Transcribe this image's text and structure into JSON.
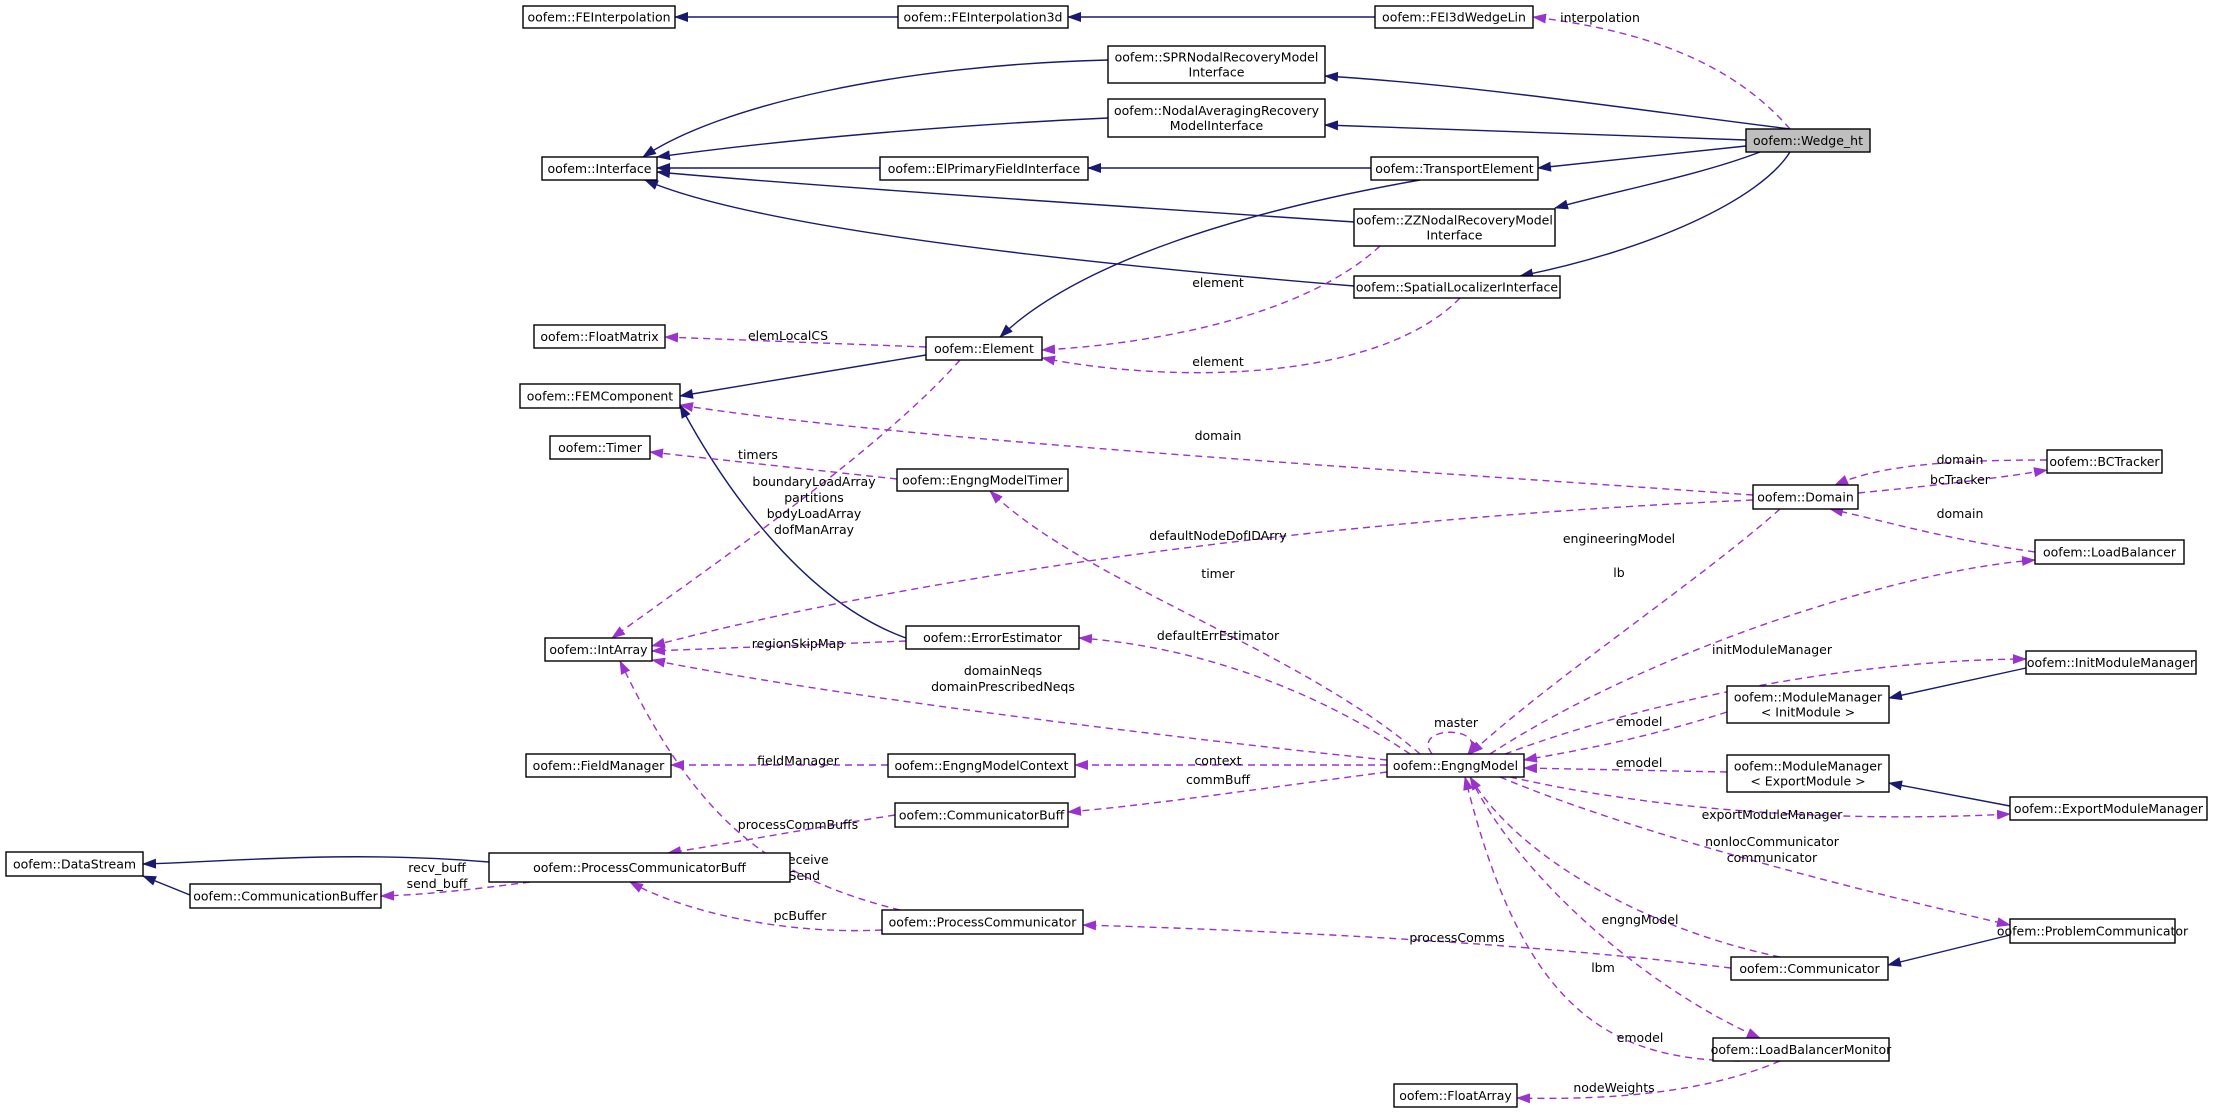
{
  "colors": {
    "inherit": "#191970",
    "use": "#9a32cd",
    "focus_fill": "#bfbfbf"
  },
  "nodes": [
    {
      "id": "FEInterpolation",
      "lines": [
        "oofem::FEInterpolation"
      ]
    },
    {
      "id": "FEInterpolation3d",
      "lines": [
        "oofem::FEInterpolation3d"
      ]
    },
    {
      "id": "FEI3dWedgeLin",
      "lines": [
        "oofem::FEI3dWedgeLin"
      ]
    },
    {
      "id": "SPR",
      "lines": [
        "oofem::SPRNodalRecoveryModel",
        "Interface"
      ]
    },
    {
      "id": "NodalAvg",
      "lines": [
        "oofem::NodalAveragingRecovery",
        "ModelInterface"
      ]
    },
    {
      "id": "Wedge_ht",
      "lines": [
        "oofem::Wedge_ht"
      ],
      "focus": true
    },
    {
      "id": "Interface",
      "lines": [
        "oofem::Interface"
      ]
    },
    {
      "id": "ElPrimary",
      "lines": [
        "oofem::ElPrimaryFieldInterface"
      ]
    },
    {
      "id": "TransportElement",
      "lines": [
        "oofem::TransportElement"
      ]
    },
    {
      "id": "ZZ",
      "lines": [
        "oofem::ZZNodalRecoveryModel",
        "Interface"
      ]
    },
    {
      "id": "SpatialLoc",
      "lines": [
        "oofem::SpatialLocalizerInterface"
      ]
    },
    {
      "id": "FloatMatrix",
      "lines": [
        "oofem::FloatMatrix"
      ]
    },
    {
      "id": "Element",
      "lines": [
        "oofem::Element"
      ]
    },
    {
      "id": "FEMComponent",
      "lines": [
        "oofem::FEMComponent"
      ]
    },
    {
      "id": "Timer",
      "lines": [
        "oofem::Timer"
      ]
    },
    {
      "id": "EngngModelTimer",
      "lines": [
        "oofem::EngngModelTimer"
      ]
    },
    {
      "id": "Domain",
      "lines": [
        "oofem::Domain"
      ]
    },
    {
      "id": "BCTracker",
      "lines": [
        "oofem::BCTracker"
      ]
    },
    {
      "id": "LoadBalancer",
      "lines": [
        "oofem::LoadBalancer"
      ]
    },
    {
      "id": "IntArray",
      "lines": [
        "oofem::IntArray"
      ]
    },
    {
      "id": "ErrorEstimator",
      "lines": [
        "oofem::ErrorEstimator"
      ]
    },
    {
      "id": "InitModuleManager",
      "lines": [
        "oofem::InitModuleManager"
      ]
    },
    {
      "id": "MMInit",
      "lines": [
        "oofem::ModuleManager",
        "< InitModule >"
      ]
    },
    {
      "id": "FieldManager",
      "lines": [
        "oofem::FieldManager"
      ]
    },
    {
      "id": "EngngModelContext",
      "lines": [
        "oofem::EngngModelContext"
      ]
    },
    {
      "id": "EngngModel",
      "lines": [
        "oofem::EngngModel"
      ]
    },
    {
      "id": "MMExport",
      "lines": [
        "oofem::ModuleManager",
        "< ExportModule >"
      ]
    },
    {
      "id": "ExportModuleManager",
      "lines": [
        "oofem::ExportModuleManager"
      ]
    },
    {
      "id": "CommunicatorBuff",
      "lines": [
        "oofem::CommunicatorBuff"
      ]
    },
    {
      "id": "DataStream",
      "lines": [
        "oofem::DataStream"
      ]
    },
    {
      "id": "ProcessCommBuff",
      "lines": [
        "oofem::ProcessCommunicatorBuff"
      ]
    },
    {
      "id": "CommunicationBuffer",
      "lines": [
        "oofem::CommunicationBuffer"
      ]
    },
    {
      "id": "ProcessCommunicator",
      "lines": [
        "oofem::ProcessCommunicator"
      ]
    },
    {
      "id": "ProblemCommunicator",
      "lines": [
        "oofem::ProblemCommunicator"
      ]
    },
    {
      "id": "Communicator",
      "lines": [
        "oofem::Communicator"
      ]
    },
    {
      "id": "LoadBalancerMonitor",
      "lines": [
        "oofem::LoadBalancerMonitor"
      ]
    },
    {
      "id": "FloatArray",
      "lines": [
        "oofem::FloatArray"
      ]
    }
  ],
  "edges": [
    {
      "from": "FEInterpolation3d",
      "to": "FEInterpolation",
      "kind": "inherit"
    },
    {
      "from": "FEI3dWedgeLin",
      "to": "FEInterpolation3d",
      "kind": "inherit"
    },
    {
      "from": "Wedge_ht",
      "to": "FEI3dWedgeLin",
      "kind": "use",
      "label": [
        "interpolation"
      ]
    },
    {
      "from": "Wedge_ht",
      "to": "SPR",
      "kind": "inherit"
    },
    {
      "from": "Wedge_ht",
      "to": "NodalAvg",
      "kind": "inherit"
    },
    {
      "from": "Wedge_ht",
      "to": "TransportElement",
      "kind": "inherit"
    },
    {
      "from": "Wedge_ht",
      "to": "ZZ",
      "kind": "inherit"
    },
    {
      "from": "Wedge_ht",
      "to": "SpatialLoc",
      "kind": "inherit"
    },
    {
      "from": "SPR",
      "to": "Interface",
      "kind": "inherit"
    },
    {
      "from": "NodalAvg",
      "to": "Interface",
      "kind": "inherit"
    },
    {
      "from": "ElPrimary",
      "to": "Interface",
      "kind": "inherit"
    },
    {
      "from": "ZZ",
      "to": "Interface",
      "kind": "inherit"
    },
    {
      "from": "SpatialLoc",
      "to": "Interface",
      "kind": "inherit"
    },
    {
      "from": "TransportElement",
      "to": "ElPrimary",
      "kind": "inherit"
    },
    {
      "from": "TransportElement",
      "to": "Element",
      "kind": "inherit"
    },
    {
      "from": "ZZ",
      "to": "Element",
      "kind": "use",
      "label": [
        "element"
      ]
    },
    {
      "from": "SpatialLoc",
      "to": "Element",
      "kind": "use",
      "label": [
        "element"
      ]
    },
    {
      "from": "Element",
      "to": "FloatMatrix",
      "kind": "use",
      "label": [
        "elemLocalCS"
      ]
    },
    {
      "from": "Element",
      "to": "FEMComponent",
      "kind": "inherit"
    },
    {
      "from": "Element",
      "to": "IntArray",
      "kind": "use",
      "label": [
        "boundaryLoadArray",
        "partitions",
        "bodyLoadArray",
        "dofManArray"
      ]
    },
    {
      "from": "Domain",
      "to": "FEMComponent",
      "kind": "use",
      "label": [
        "domain"
      ]
    },
    {
      "from": "ErrorEstimator",
      "to": "FEMComponent",
      "kind": "inherit"
    },
    {
      "from": "EngngModelTimer",
      "to": "Timer",
      "kind": "use",
      "label": [
        "timers"
      ]
    },
    {
      "from": "BCTracker",
      "to": "Domain",
      "kind": "use",
      "label": [
        "domain"
      ]
    },
    {
      "from": "Domain",
      "to": "BCTracker",
      "kind": "use",
      "label": [
        "bcTracker"
      ]
    },
    {
      "from": "LoadBalancer",
      "to": "Domain",
      "kind": "use",
      "label": [
        "domain"
      ]
    },
    {
      "from": "Domain",
      "to": "IntArray",
      "kind": "use",
      "label": [
        "defaultNodeDofIDArry"
      ]
    },
    {
      "from": "Domain",
      "to": "EngngModel",
      "kind": "use",
      "label": [
        "engineeringModel"
      ]
    },
    {
      "from": "EngngModel",
      "to": "EngngModelTimer",
      "kind": "use",
      "label": [
        "timer"
      ]
    },
    {
      "from": "EngngModel",
      "to": "LoadBalancer",
      "kind": "use",
      "label": [
        "lb"
      ]
    },
    {
      "from": "ErrorEstimator",
      "to": "IntArray",
      "kind": "use",
      "label": [
        "regionSkipMap"
      ]
    },
    {
      "from": "EngngModel",
      "to": "ErrorEstimator",
      "kind": "use",
      "label": [
        "defaultErrEstimator"
      ]
    },
    {
      "from": "EngngModel",
      "to": "IntArray",
      "kind": "use",
      "label": [
        "domainNeqs",
        "domainPrescribedNeqs"
      ]
    },
    {
      "from": "EngngModel",
      "to": "InitModuleManager",
      "kind": "use",
      "label": [
        "initModuleManager"
      ]
    },
    {
      "from": "InitModuleManager",
      "to": "MMInit",
      "kind": "inherit"
    },
    {
      "from": "MMInit",
      "to": "EngngModel",
      "kind": "use",
      "label": [
        "emodel"
      ]
    },
    {
      "from": "MMExport",
      "to": "EngngModel",
      "kind": "use",
      "label": [
        "emodel"
      ]
    },
    {
      "from": "ExportModuleManager",
      "to": "MMExport",
      "kind": "inherit"
    },
    {
      "from": "EngngModel",
      "to": "ExportModuleManager",
      "kind": "use",
      "label": [
        "exportModuleManager"
      ]
    },
    {
      "from": "EngngModel",
      "to": "EngngModel",
      "kind": "use",
      "label": [
        "master"
      ],
      "self": true
    },
    {
      "from": "EngngModelContext",
      "to": "FieldManager",
      "kind": "use",
      "label": [
        "fieldManager"
      ]
    },
    {
      "from": "EngngModel",
      "to": "EngngModelContext",
      "kind": "use",
      "label": [
        "context"
      ]
    },
    {
      "from": "EngngModel",
      "to": "CommunicatorBuff",
      "kind": "use",
      "label": [
        "commBuff"
      ]
    },
    {
      "from": "CommunicatorBuff",
      "to": "ProcessCommBuff",
      "kind": "use",
      "label": [
        "processCommBuffs"
      ]
    },
    {
      "from": "ProcessCommBuff",
      "to": "DataStream",
      "kind": "inherit"
    },
    {
      "from": "CommunicationBuffer",
      "to": "DataStream",
      "kind": "inherit"
    },
    {
      "from": "ProcessCommBuff",
      "to": "CommunicationBuffer",
      "kind": "use",
      "label": [
        "recv_buff",
        "send_buff"
      ]
    },
    {
      "from": "ProcessCommunicator",
      "to": "ProcessCommBuff",
      "kind": "use",
      "label": [
        "pcBuffer"
      ]
    },
    {
      "from": "ProcessCommunicator",
      "to": "IntArray",
      "kind": "use",
      "label": [
        "toReceive",
        "toSend"
      ]
    },
    {
      "from": "EngngModel",
      "to": "ProblemCommunicator",
      "kind": "use",
      "label": [
        "nonlocCommunicator",
        "communicator"
      ]
    },
    {
      "from": "ProblemCommunicator",
      "to": "Communicator",
      "kind": "inherit"
    },
    {
      "from": "Communicator",
      "to": "ProcessCommunicator",
      "kind": "use",
      "label": [
        "processComms"
      ]
    },
    {
      "from": "Communicator",
      "to": "EngngModel",
      "kind": "use",
      "label": [
        "engngModel"
      ]
    },
    {
      "from": "EngngModel",
      "to": "LoadBalancerMonitor",
      "kind": "use",
      "label": [
        "lbm"
      ]
    },
    {
      "from": "LoadBalancerMonitor",
      "to": "EngngModel",
      "kind": "use",
      "label": [
        "emodel"
      ]
    },
    {
      "from": "LoadBalancerMonitor",
      "to": "FloatArray",
      "kind": "use",
      "label": [
        "nodeWeights"
      ]
    }
  ]
}
